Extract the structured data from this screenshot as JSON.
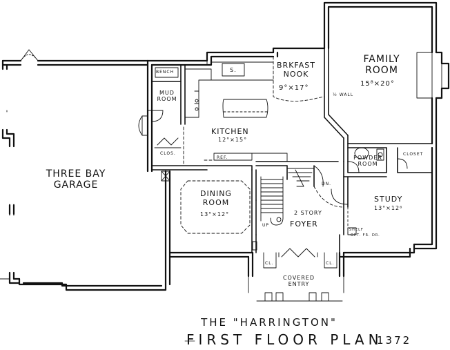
{
  "plan": {
    "title_line": "THE \"HARRINGTON\"",
    "subtitle": "FIRST FLOOR PLAN",
    "plan_number": "1372"
  },
  "rooms": {
    "family_room": {
      "name_line1": "FAMILY",
      "name_line2": "ROOM",
      "dims": "15⁸×20°"
    },
    "breakfast_nook": {
      "name_line1": "BRKFAST",
      "name_line2": "NOOK",
      "dims": "9°×17°"
    },
    "kitchen": {
      "name": "KITCHEN",
      "dims": "12°×15°"
    },
    "mud_room": {
      "name_line1": "MUD",
      "name_line2": "ROOM"
    },
    "bench": "BENCH",
    "closet_small": "CLOS.",
    "refrigerator": "REF.",
    "sink": "S.",
    "garage": {
      "name_line1": "THREE BAY",
      "name_line2": "GARAGE"
    },
    "dining_room": {
      "name_line1": "DINING",
      "name_line2": "ROOM",
      "dims": "13°×12°"
    },
    "foyer": {
      "name_line1": "2 STORY",
      "name_line2": "FOYER"
    },
    "powder_room": {
      "name_line1": "POWDER",
      "name_line2": "ROOM"
    },
    "closet": "CLOSET",
    "study": {
      "name": "STUDY",
      "dims": "13°×12⁶"
    },
    "half_wall": "½ WALL",
    "down_label": "DN.",
    "up_label": "UP",
    "shelf_label": "SHELF",
    "opt_label": "OPT. FR. DR.",
    "closet_left": "CL.",
    "closet_right": "CL.",
    "covered_entry": {
      "name_line1": "COVERED",
      "name_line2": "ENTRY"
    }
  }
}
